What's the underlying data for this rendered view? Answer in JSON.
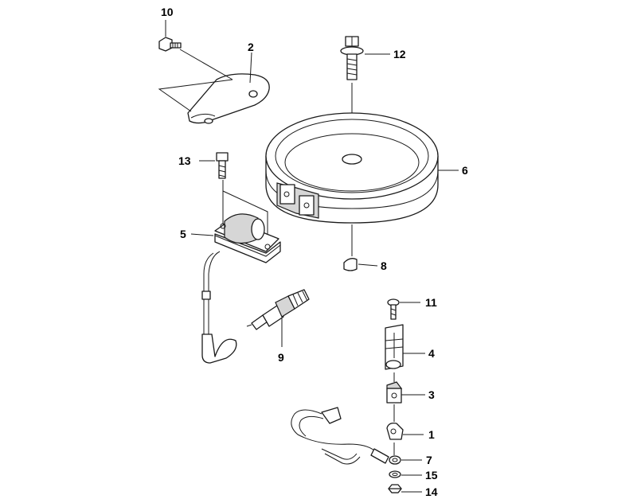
{
  "callouts": [
    {
      "id": "p10",
      "text": "10"
    },
    {
      "id": "p2",
      "text": "2"
    },
    {
      "id": "p12",
      "text": "12"
    },
    {
      "id": "p13",
      "text": "13"
    },
    {
      "id": "p6",
      "text": "6"
    },
    {
      "id": "p5",
      "text": "5"
    },
    {
      "id": "p8",
      "text": "8"
    },
    {
      "id": "p11",
      "text": "11"
    },
    {
      "id": "p9",
      "text": "9"
    },
    {
      "id": "p4",
      "text": "4"
    },
    {
      "id": "p3",
      "text": "3"
    },
    {
      "id": "p1",
      "text": "1"
    },
    {
      "id": "p7",
      "text": "7"
    },
    {
      "id": "p15",
      "text": "15"
    },
    {
      "id": "p14",
      "text": "14"
    }
  ]
}
